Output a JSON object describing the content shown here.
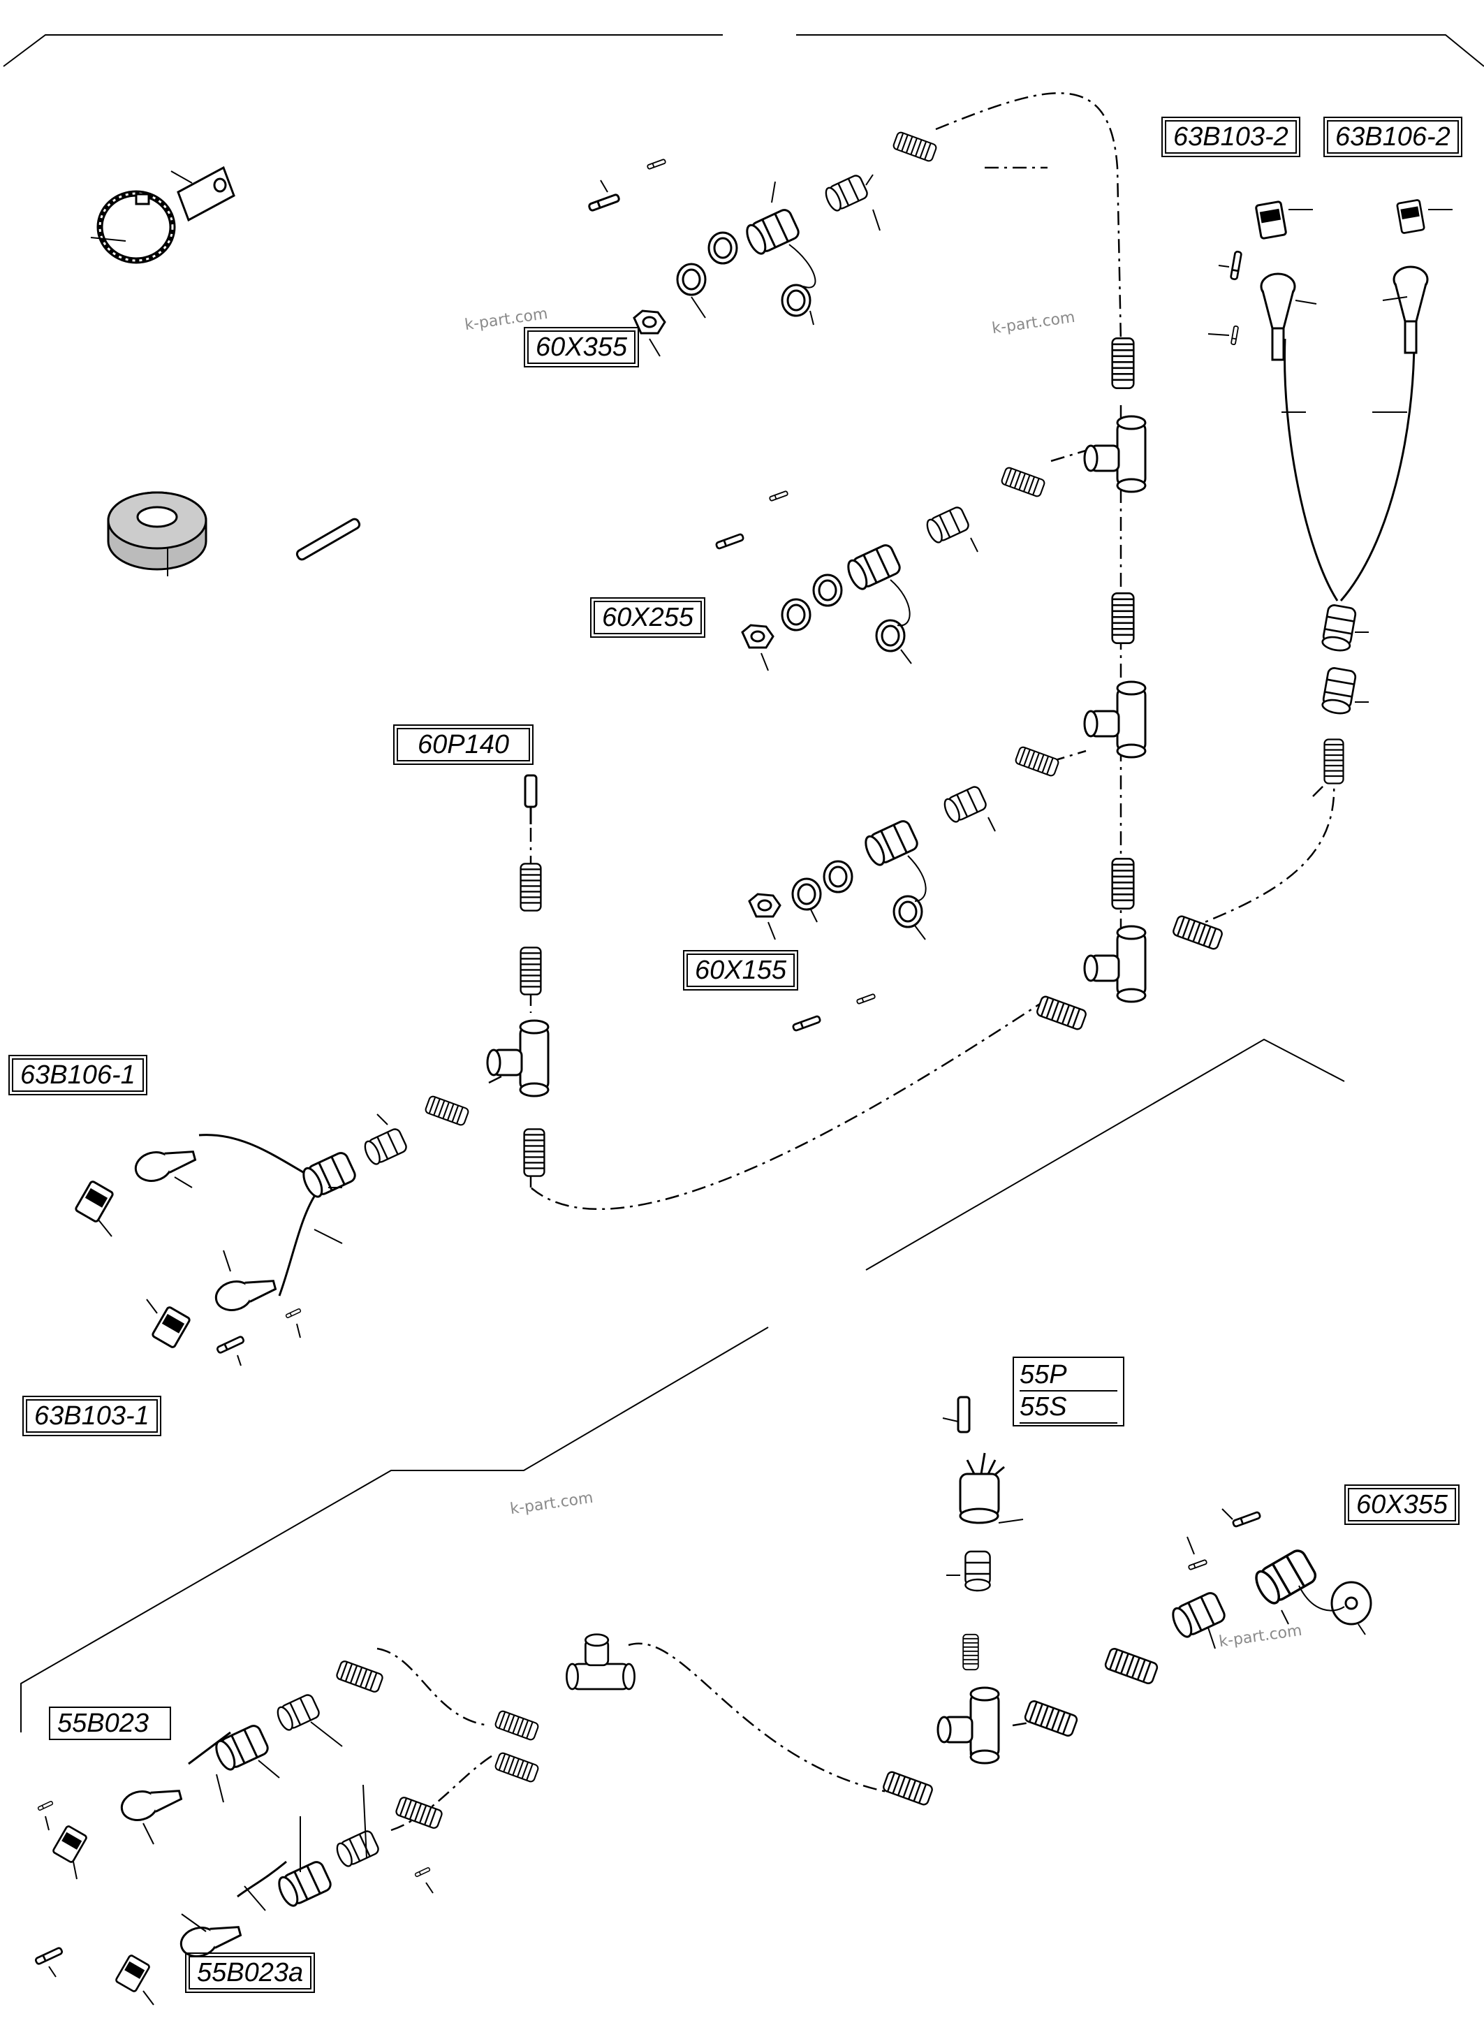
{
  "labels": {
    "l63B103_2": "63B103-2",
    "l63B106_2": "63B106-2",
    "l60X355_top": "60X355",
    "l60X255": "60X255",
    "l60P140": "60P140",
    "l60X155": "60X155",
    "l63B106_1": "63B106-1",
    "l63B103_1": "63B103-1",
    "l55P": "55P",
    "l55S": "55S",
    "l60X355_bottom": "60X355",
    "l55B023": "55B023",
    "l55B023a": "55B023a"
  },
  "watermark": "k-part.com"
}
